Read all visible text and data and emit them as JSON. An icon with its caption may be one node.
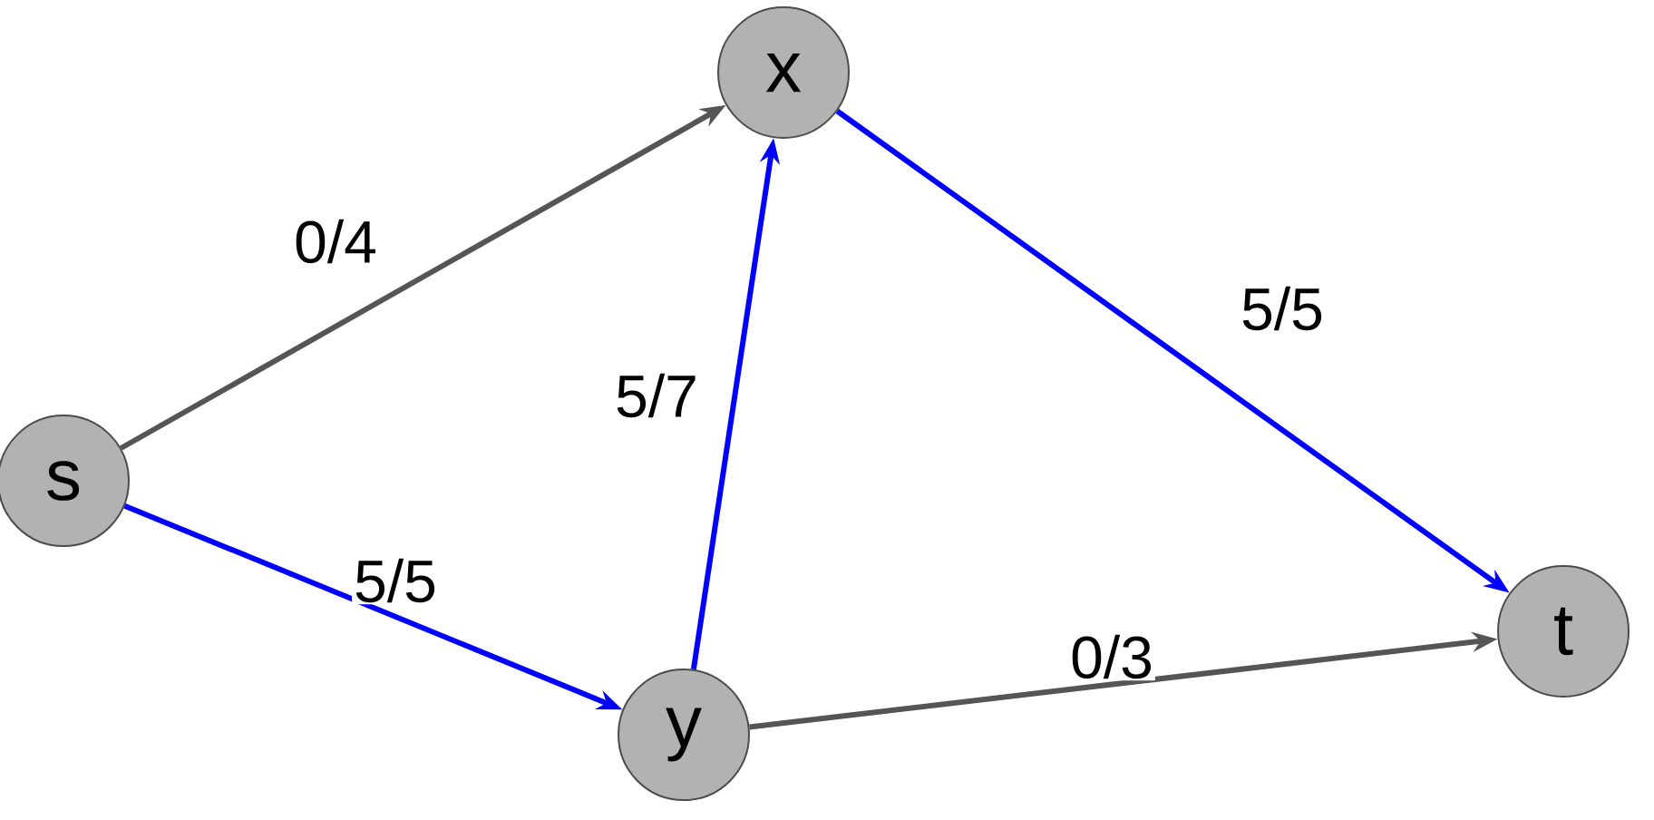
{
  "diagram": {
    "nodes": [
      {
        "text": [
          "x"
        ]
      },
      {
        "text": [
          "s"
        ]
      },
      {
        "text": [
          "t"
        ]
      },
      {
        "text": [
          "y"
        ]
      }
    ],
    "edges": [
      {
        "from": 1,
        "to": 0,
        "arrow": "to",
        "label": "0/4",
        "color": "#555555"
      },
      {
        "from": 1,
        "to": 3,
        "arrow": "to",
        "label": "5/5"
      },
      {
        "from": 3,
        "to": 0,
        "arrow": "to",
        "label": "5/7"
      },
      {
        "from": 0,
        "to": 2,
        "arrow": "to",
        "label": "5/5"
      },
      {
        "from": 3,
        "to": 2,
        "arrow": "to",
        "label": "0/3",
        "color": "#555555"
      }
    ]
  }
}
